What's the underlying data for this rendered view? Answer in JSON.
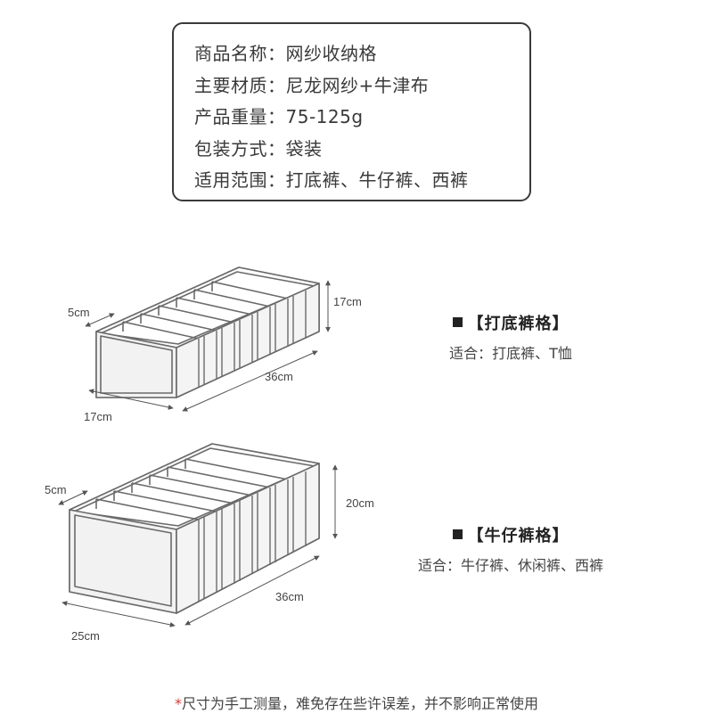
{
  "specs": [
    {
      "label": "商品名称",
      "sep": "：",
      "value": "网纱收纳格"
    },
    {
      "label": "主要材质",
      "sep": "：",
      "value": "尼龙网纱+牛津布"
    },
    {
      "label": "产品重量",
      "sep": "：",
      "value": "75-125g"
    },
    {
      "label": "包装方式",
      "sep": "：",
      "value": "袋装"
    },
    {
      "label": "适用范围",
      "sep": "：",
      "value": "打底裤、牛仔裤、西裤"
    }
  ],
  "products": [
    {
      "title": "【打底裤格】",
      "suitable": "适合：打底裤、T恤",
      "dims": {
        "compartment": "5cm",
        "height": "17cm",
        "length": "36cm",
        "width": "17cm"
      }
    },
    {
      "title": "【牛仔裤格】",
      "suitable": "适合：牛仔裤、休闲裤、西裤",
      "dims": {
        "compartment": "5cm",
        "height": "20cm",
        "length": "36cm",
        "width": "25cm"
      }
    }
  ],
  "footnote": {
    "star": "*",
    "text": "尺寸为手工测量，难免存在些许误差，并不影响正常使用"
  },
  "colors": {
    "line": "#666666",
    "text": "#333333",
    "asterisk": "#d13b2f"
  }
}
